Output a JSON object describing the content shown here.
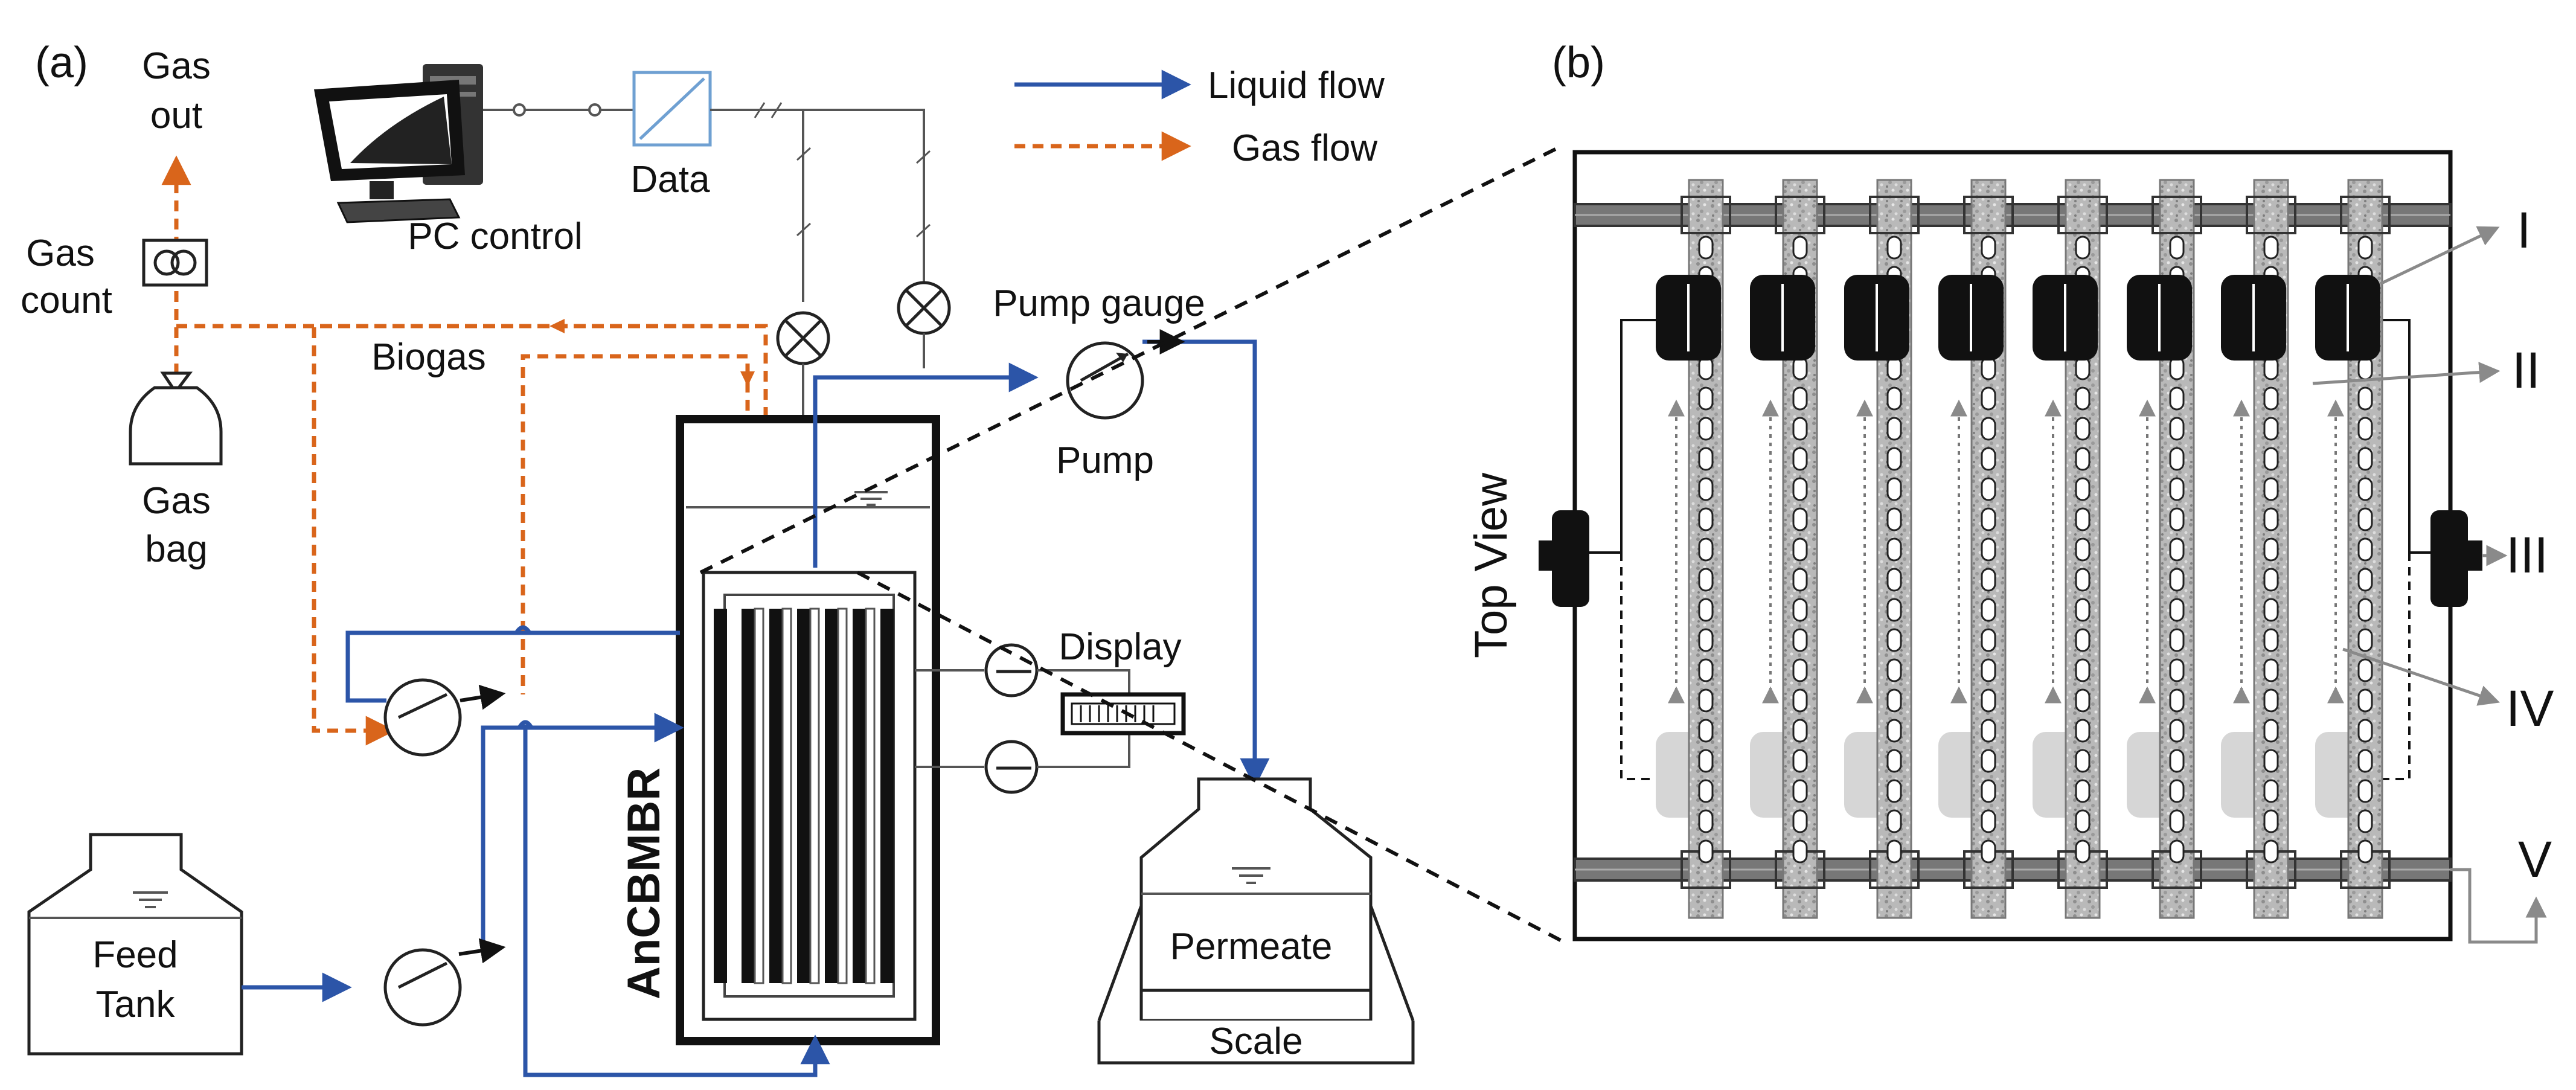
{
  "panel_a": {
    "tag": "(a)",
    "gas_out_1": "Gas",
    "gas_out_2": "out",
    "gas_count_1": "Gas",
    "gas_count_2": "count",
    "gas_bag_1": "Gas",
    "gas_bag_2": "bag",
    "data": "Data",
    "pc_control": "PC control",
    "biogas": "Biogas",
    "pump_gauge": "Pump gauge",
    "pump": "Pump",
    "display": "Display",
    "feed_1": "Feed",
    "feed_2": "Tank",
    "reactor": "AnCBMBR",
    "permeate": "Permeate",
    "scale": "Scale"
  },
  "legend": {
    "liquid": "Liquid flow",
    "gas": "Gas flow"
  },
  "panel_b": {
    "tag": "(b)",
    "view": "Top View",
    "labels": [
      "I",
      "II",
      "III",
      "IV",
      "V"
    ]
  },
  "colors": {
    "liquid": "#2c55a8",
    "gas": "#d9651b",
    "grey_line": "#8a8a8a"
  }
}
